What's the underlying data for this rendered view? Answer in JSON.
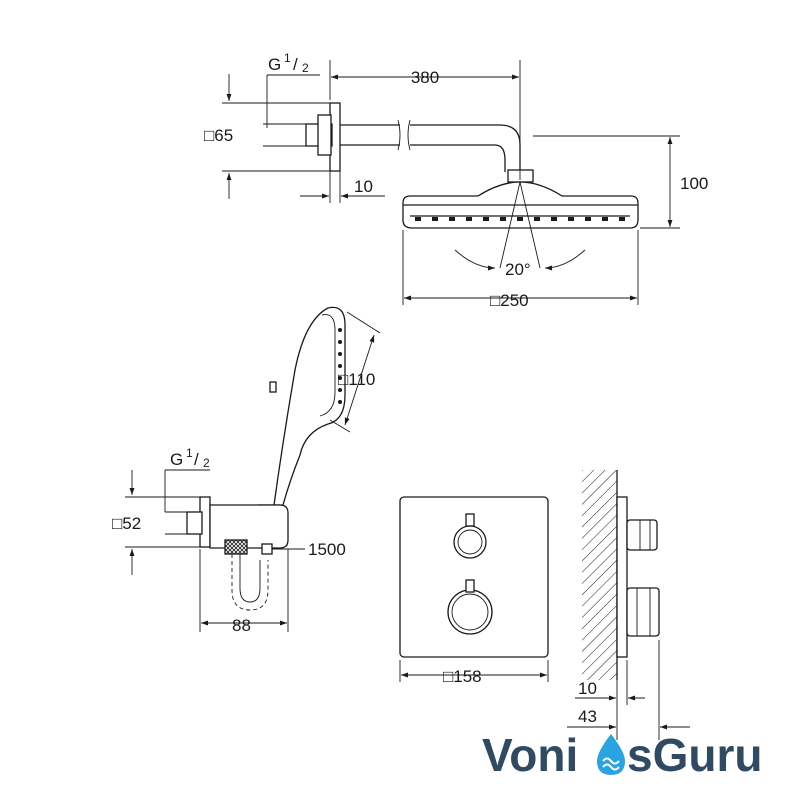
{
  "dimensions": {
    "thread_top": "G",
    "thread_top_num": "1",
    "thread_top_den": "2",
    "arm_length": "380",
    "flange_top": "□65",
    "flange_depth": "10",
    "head_height": "100",
    "tilt_angle": "20°",
    "head_width": "□250",
    "hand_head": "□110",
    "thread_bottom": "G",
    "thread_bottom_num": "1",
    "thread_bottom_den": "2",
    "flange_bottom": "□52",
    "hose_length": "1500",
    "holder_width": "88",
    "plate_width": "□158",
    "plate_depth": "10",
    "valve_depth": "43"
  },
  "logo": {
    "part1": "Voni",
    "part2": "sGuru",
    "colors": {
      "text": "#2f4a62",
      "drop": "#2aa3e3"
    }
  }
}
